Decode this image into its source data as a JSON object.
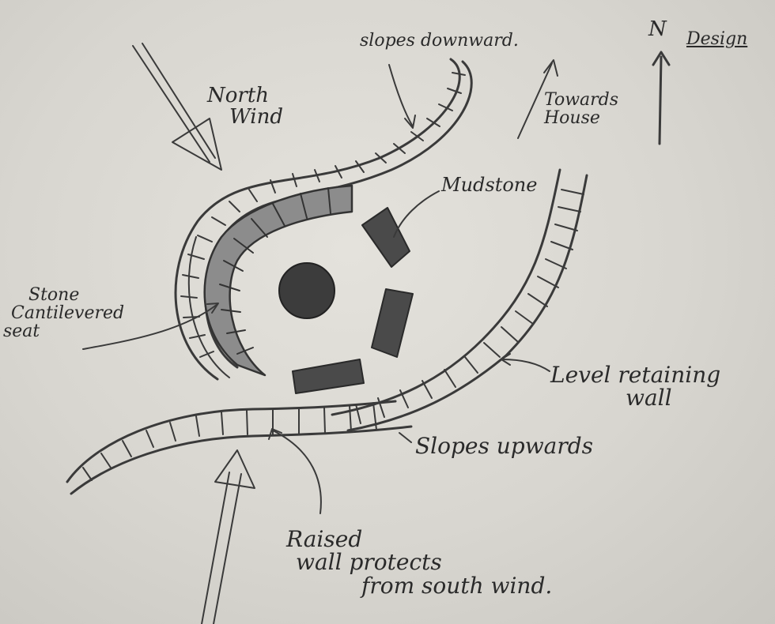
{
  "labels": {
    "slopes_down": "slopes downward.",
    "north_wind": [
      "North",
      "Wind"
    ],
    "towards_house": [
      "Towards",
      "House"
    ],
    "north": "N",
    "design": "Design",
    "mudstone": "Mudstone",
    "stone_seat": [
      "Stone",
      "Cantilevered",
      "seat"
    ],
    "level_wall": [
      "Level retaining",
      "wall"
    ],
    "slopes_up": "Slopes upwards",
    "raised_wall": [
      "Raised",
      "wall protects",
      "from south wind."
    ]
  },
  "colors": {
    "pencil": "#3a3a3a",
    "shade": "#4a4a4a",
    "paper": "#dedcd6"
  }
}
